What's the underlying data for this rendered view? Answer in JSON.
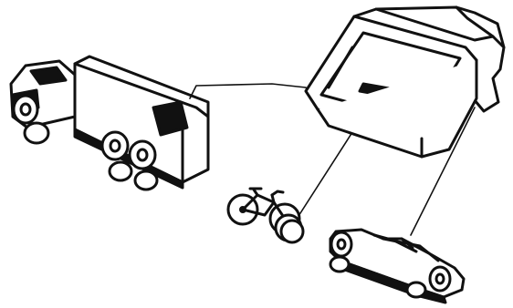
{
  "illustration": {
    "subjects": [
      "truck-icon",
      "messenger-bag-icon",
      "bicycle-icon",
      "car-icon"
    ],
    "connectors": [
      "truck-to-bag-line",
      "bag-to-bicycle-line",
      "bag-to-car-line"
    ],
    "colors": {
      "ink": "#111111",
      "paper": "#ffffff"
    }
  }
}
